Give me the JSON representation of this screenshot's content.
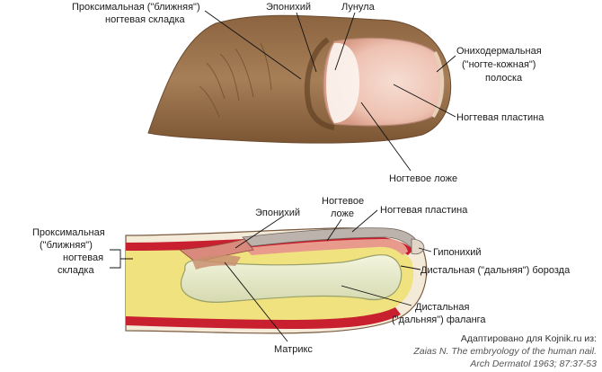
{
  "top_labels": {
    "proximal_fold_l1": "Проксимальная (\"ближняя\")",
    "proximal_fold_l2": "ногтевая складка",
    "eponychium": "Эпонихий",
    "lunula": "Лунула",
    "onychodermal_l1": "Ониходермальная",
    "onychodermal_l2": "(\"ногте-кожная\")",
    "onychodermal_l3": "полоска",
    "nail_plate": "Ногтевая пластина",
    "nail_bed": "Ногтевое ложе"
  },
  "bottom_labels": {
    "eponychium": "Эпонихий",
    "nail_bed_l1": "Ногтевое",
    "nail_bed_l2": "ложе",
    "nail_plate": "Ногтевая пластина",
    "proximal_fold_l1": "Проксимальная",
    "proximal_fold_l2": "(\"ближняя\")",
    "proximal_fold_l3": "ногтевая",
    "proximal_fold_l4": "складка",
    "hyponychium": "Гипонихий",
    "distal_groove": "Дистальная (\"дальняя\") борозда",
    "distal_phalanx_l1": "Дистальная",
    "distal_phalanx_l2": "(\"дальняя\") фаланга",
    "matrix": "Матрикс"
  },
  "credit": {
    "line1": "Адаптировано для Kojnik.ru из:",
    "line2": "Zaias N. The embryology of the human nail.",
    "line3": "Arch Dermatol 1963; 87:37-53"
  },
  "colors": {
    "skin": "#a07a52",
    "nail": "#f2cfc3",
    "lunula": "#fbf3ee",
    "fat": "#f0e27e",
    "bone": "#e9ecc8",
    "tissue_red": "#c8202e",
    "nail_plate_grey": "#bdb3ad"
  }
}
